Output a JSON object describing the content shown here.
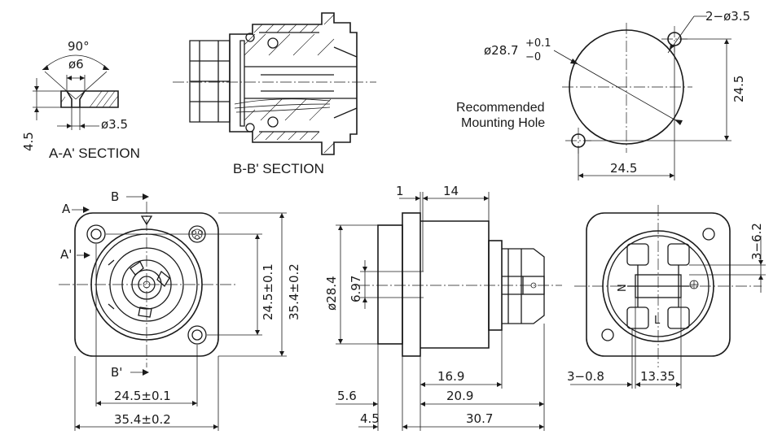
{
  "sections": {
    "aa_title": "A-A' SECTION",
    "bb_title": "B-B' SECTION",
    "aa_angle": "90°",
    "aa_phi6": "ø6",
    "aa_phi35": "ø3.5",
    "aa_depth": "4.5"
  },
  "mounting_hole": {
    "label_line1": "Recommended",
    "label_line2": "Mounting Hole",
    "diameter_main": "ø28.7",
    "tol_plus": "+0.1",
    "tol_minus": "−0",
    "holes": "2−ø3.5",
    "width": "24.5",
    "height": "24.5"
  },
  "front_view": {
    "marker_a": "A",
    "marker_a_prime": "A'",
    "marker_b": "B",
    "marker_b_prime": "B'",
    "dim_hole_spacing_v": "24.5±0.1",
    "dim_flange_v": "35.4±0.2",
    "dim_hole_spacing_h": "24.5±0.1",
    "dim_flange_h": "35.4±0.2"
  },
  "side_view": {
    "dim_1": "1",
    "dim_14": "14",
    "dim_d284": "ø28.4",
    "dim_697": "6.97",
    "dim_169": "16.9",
    "dim_56": "5.6",
    "dim_209": "20.9",
    "dim_45": "4.5",
    "dim_307": "30.7"
  },
  "rear_view": {
    "dim_3_62": "3−6.2",
    "dim_3_08": "3−0.8",
    "dim_1335": "13.35",
    "pin_n": "N",
    "pin_l": "L"
  }
}
